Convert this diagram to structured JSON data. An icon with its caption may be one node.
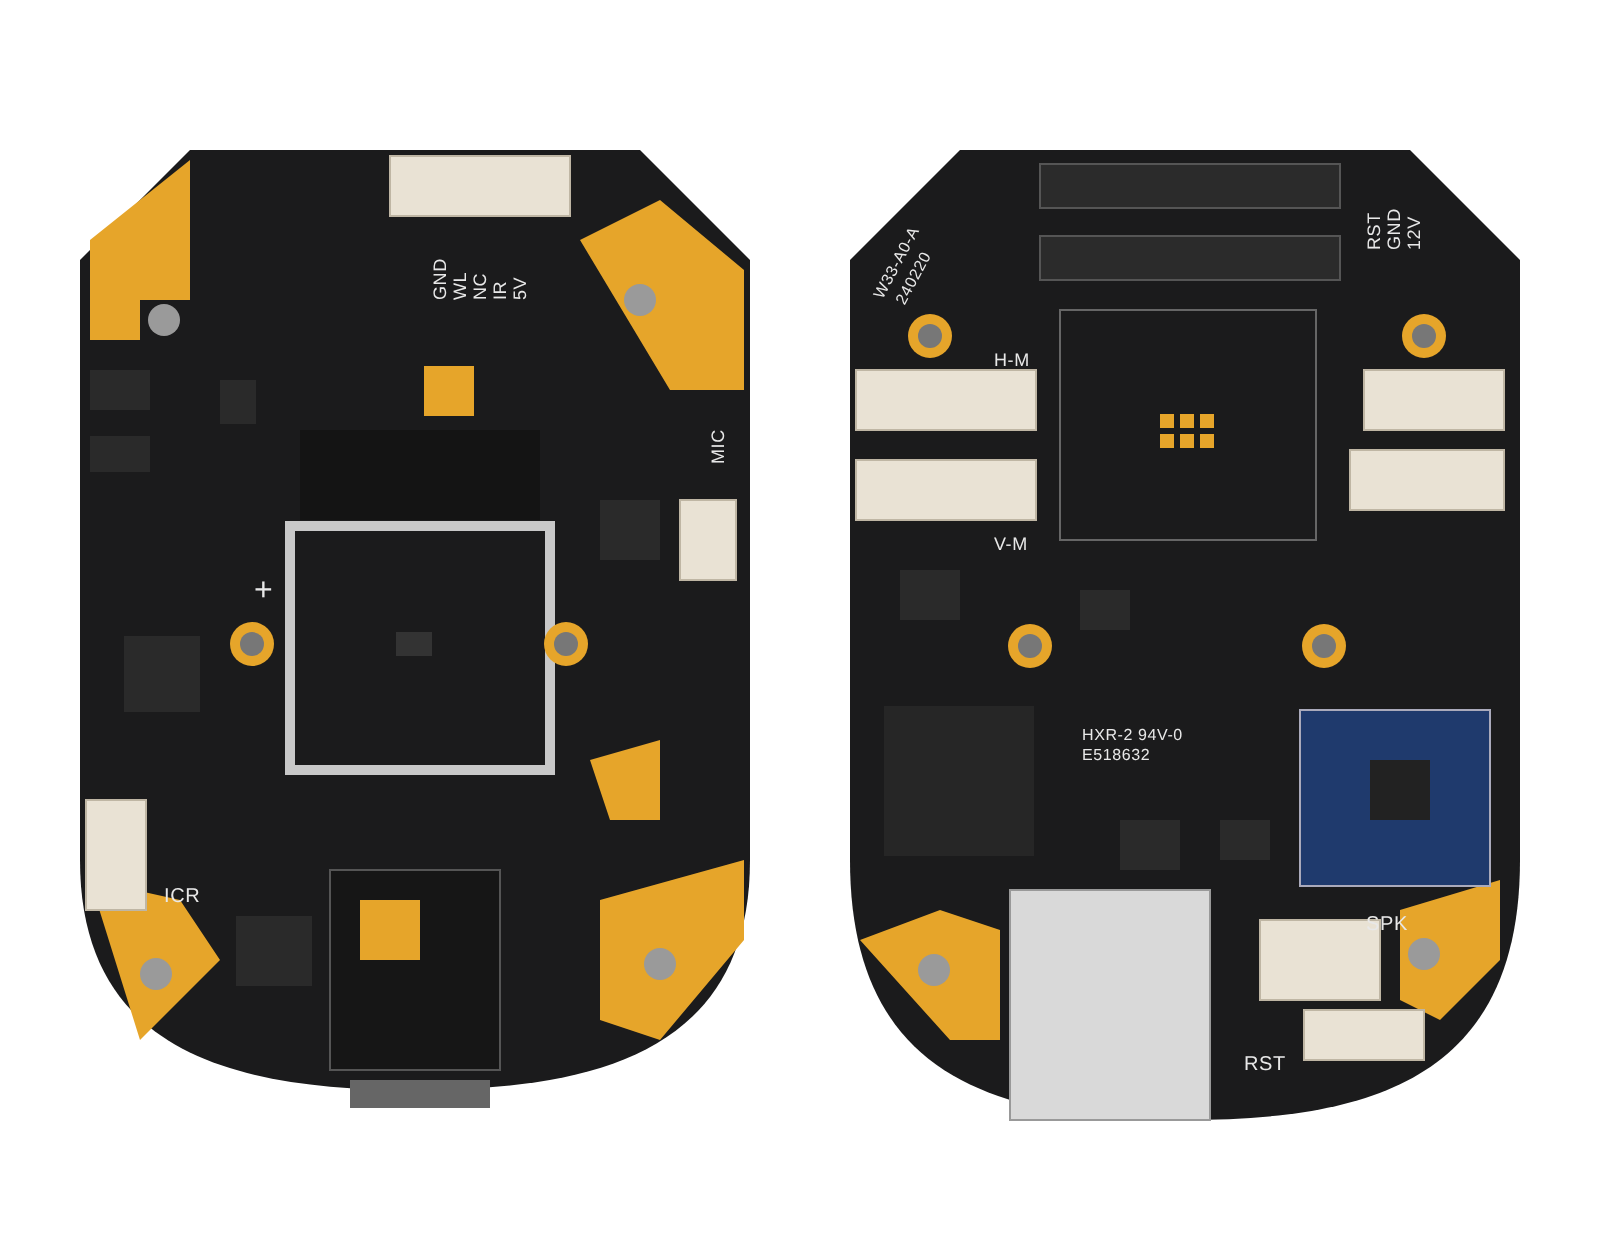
{
  "diagram": {
    "labels": [
      "GND",
      "WL",
      "NC",
      "IR",
      "5V",
      "RST",
      "GND",
      "12V",
      "W33-A0-A",
      "240220",
      "H-M",
      "MIC",
      "+",
      "V-M",
      "HXR-2 94V-0",
      "E518632",
      "ICR",
      "SPK",
      "RST"
    ]
  }
}
